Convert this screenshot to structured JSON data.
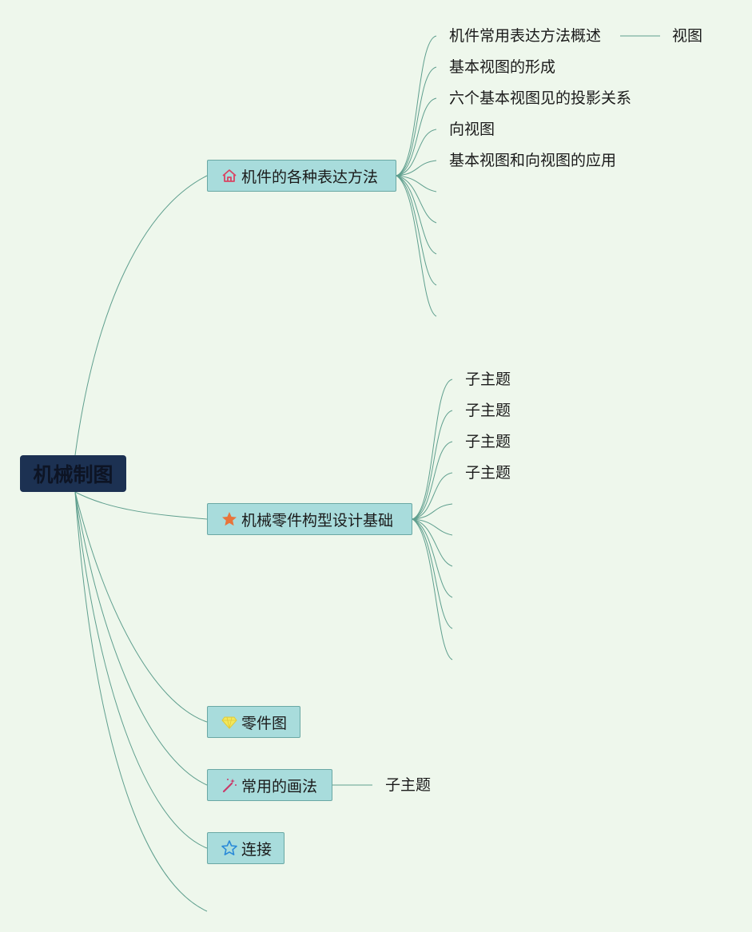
{
  "root": {
    "label": "机械制图"
  },
  "branches": [
    {
      "label": "机件的各种表达方法",
      "icon": "house-icon",
      "children": [
        "机件常用表达方法概述",
        "基本视图的形成",
        "六个基本视图见的投影关系",
        "向视图",
        "基本视图和向视图的应用"
      ],
      "grandchild": "视图"
    },
    {
      "label": "机械零件构型设计基础",
      "icon": "star-filled-icon",
      "children": [
        "子主题",
        "子主题",
        "子主题",
        "子主题"
      ]
    },
    {
      "label": "零件图",
      "icon": "diamond-icon"
    },
    {
      "label": "常用的画法",
      "icon": "magic-wand-icon",
      "children": [
        "子主题"
      ]
    },
    {
      "label": "连接",
      "icon": "star-outline-icon"
    }
  ],
  "colors": {
    "background": "#eef7ec",
    "root": "#1c3152",
    "branch_fill": "#a8dcdc",
    "branch_border": "#6aa8a4",
    "connector": "#5f9f8e"
  }
}
